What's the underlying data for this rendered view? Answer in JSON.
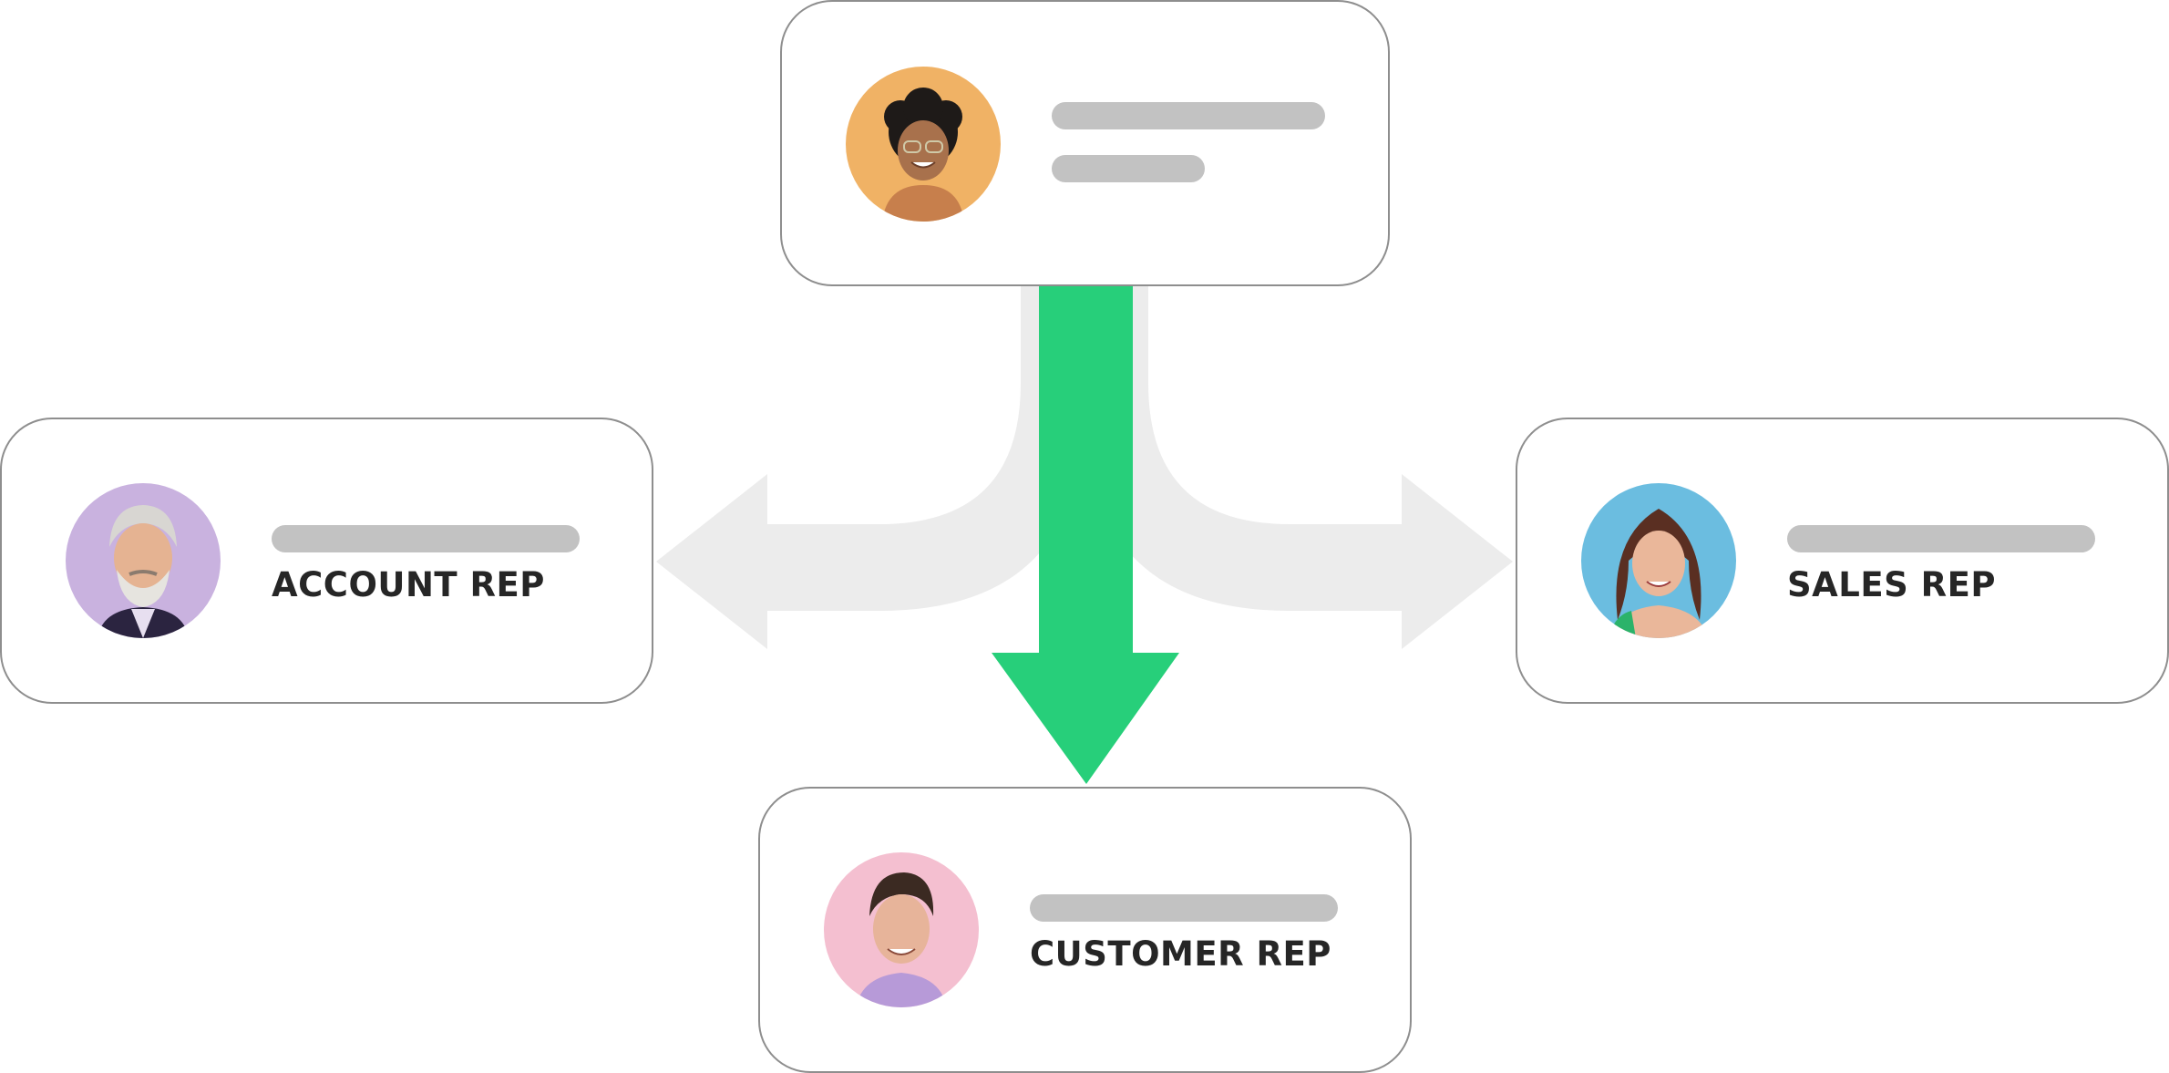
{
  "colors": {
    "accent_arrow": "#27cf7a",
    "muted_arrow": "#ececec",
    "card_border": "#8e8e8e",
    "placeholder_bar": "#c2c2c2",
    "label_text": "#262626"
  },
  "nodes": {
    "top": {
      "avatar_icon": "person-avatar-icon",
      "avatar_bg": "#f0b265"
    },
    "left": {
      "label": "ACCOUNT REP",
      "avatar_icon": "person-avatar-icon",
      "avatar_bg": "#c9b2df"
    },
    "right": {
      "label": "SALES REP",
      "avatar_icon": "person-avatar-icon",
      "avatar_bg": "#6bbde0"
    },
    "bottom": {
      "label": "CUSTOMER REP",
      "avatar_icon": "person-avatar-icon",
      "avatar_bg": "#f4bfd0"
    }
  },
  "connections": [
    {
      "from": "top",
      "to": "left",
      "highlighted": false
    },
    {
      "from": "top",
      "to": "right",
      "highlighted": false
    },
    {
      "from": "top",
      "to": "bottom",
      "highlighted": true
    }
  ]
}
